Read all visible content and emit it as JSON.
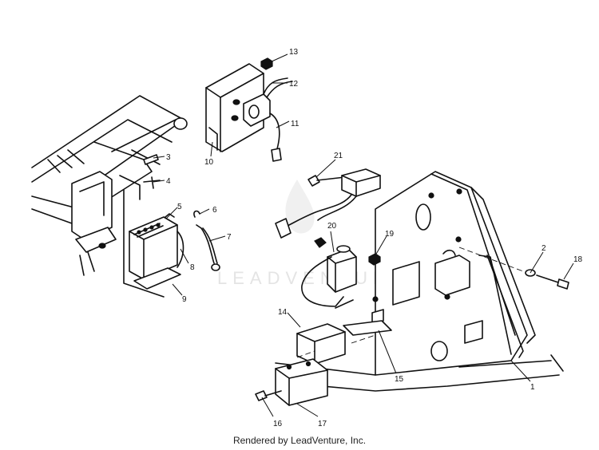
{
  "diagram": {
    "callouts": [
      "1",
      "2",
      "3",
      "4",
      "5",
      "6",
      "7",
      "8",
      "9",
      "10",
      "11",
      "12",
      "13",
      "14",
      "15",
      "16",
      "17",
      "18",
      "19",
      "20",
      "21"
    ]
  },
  "watermark": {
    "text": "LEADVENTURE"
  },
  "footer": {
    "text": "Rendered by LeadVenture, Inc."
  },
  "colors": {
    "ink": "#111111",
    "paper": "#ffffff",
    "watermark": "#cfcfcf"
  }
}
